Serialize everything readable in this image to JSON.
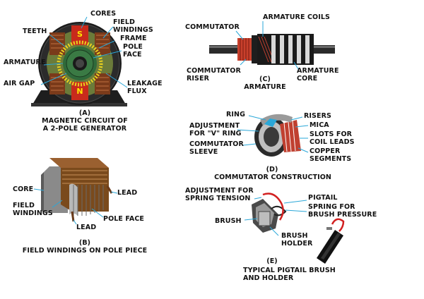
{
  "panel_a": {
    "labels": {
      "cores": "CORES",
      "teeth": "TEETH",
      "field_windings": "FIELD\nWINDINGS",
      "frame": "FRAME",
      "pole_face": "POLE\nFACE",
      "armature": "ARMATURE",
      "air_gap": "AIR GAP",
      "leakage_flux": "LEAKAGE\nFLUX",
      "pole_s": "S",
      "pole_n": "N"
    },
    "caption_id": "(A)",
    "caption": "MAGNETIC CIRCUIT OF\nA 2-POLE GENERATOR"
  },
  "panel_b": {
    "labels": {
      "core": "CORE",
      "field_windings": "FIELD\nWINDINGS",
      "lead_right": "LEAD",
      "lead_bottom": "LEAD",
      "pole_face": "POLE FACE"
    },
    "caption_id": "(B)",
    "caption": "FIELD WINDINGS ON POLE PIECE"
  },
  "panel_c": {
    "labels": {
      "commutator": "COMMUTATOR",
      "armature_coils": "ARMATURE COILS",
      "commutator_riser": "COMMUTATOR\nRISER",
      "armature_core": "ARMATURE\nCORE"
    },
    "caption_id": "(C)",
    "caption": "ARMATURE"
  },
  "panel_d": {
    "labels": {
      "ring": "RING",
      "adjustment_v_ring": "ADJUSTMENT\nFOR \"V\" RING",
      "commutator_sleeve": "COMMUTATOR\nSLEEVE",
      "risers": "RISERS",
      "mica": "MICA",
      "slots": "SLOTS FOR\nCOIL LEADS",
      "copper_segments": "COPPER\nSEGMENTS"
    },
    "caption_id": "(D)",
    "caption": "COMMUTATOR CONSTRUCTION"
  },
  "panel_e": {
    "labels": {
      "adjustment_spring": "ADJUSTMENT FOR\nSPRING TENSION",
      "pigtail": "PIGTAIL",
      "spring_pressure": "SPRING FOR\nBRUSH PRESSURE",
      "brush": "BRUSH",
      "brush_holder": "BRUSH\nHOLDER"
    },
    "caption_id": "(E)",
    "caption": "TYPICAL PIGTAIL BRUSH\nAND HOLDER"
  },
  "colors": {
    "leader": "#2aa7d8",
    "copper": "#c8402c",
    "winding_brown": "#8a5a2a",
    "frame_dark": "#2a2a2a",
    "pole_red": "#d03020",
    "flux_yellow": "#e8d020",
    "armature_green": "#2f6a3a"
  }
}
